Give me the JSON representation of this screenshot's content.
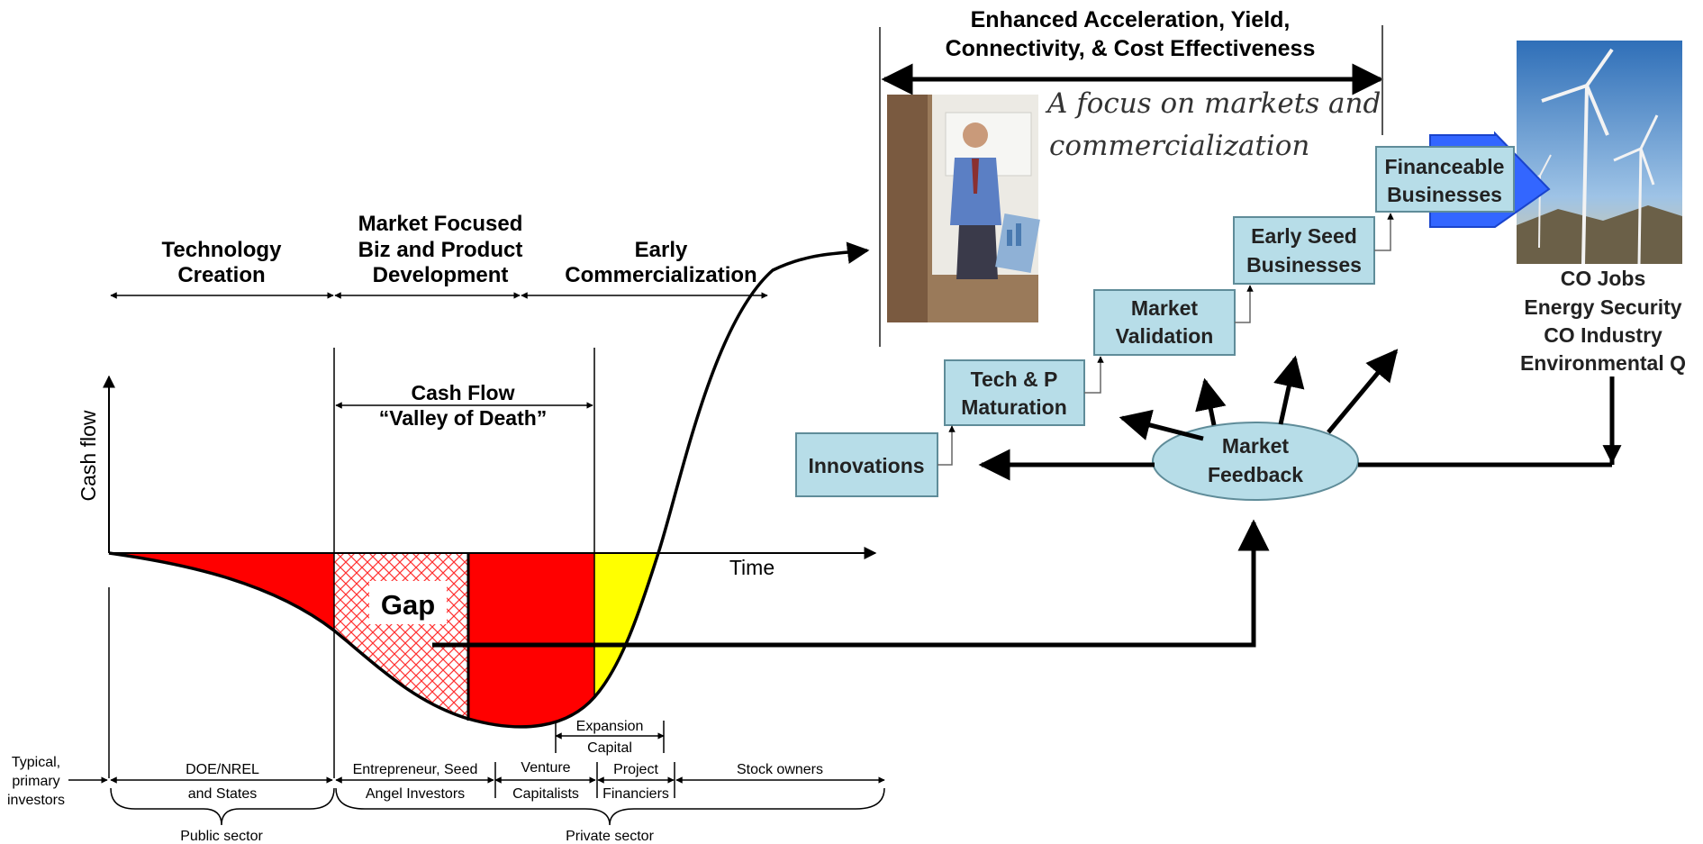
{
  "top_banner": {
    "line1": "Enhanced Acceleration, Yield,",
    "line2": "Connectivity, & Cost Effectiveness"
  },
  "focus_text": {
    "line1": "A focus on  markets and",
    "line2": "commercialization"
  },
  "phases": {
    "tech_creation": [
      "Technology",
      "Creation"
    ],
    "market_focused": [
      "Market Focused",
      "Biz and Product",
      "Development"
    ],
    "early_comm": [
      "Early",
      "Commercialization"
    ]
  },
  "valley": {
    "line1": "Cash Flow",
    "line2": "“Valley of Death”"
  },
  "axes": {
    "ylabel": "Cash flow",
    "xlabel": "Time"
  },
  "gap_label": "Gap",
  "steps": {
    "innovations": [
      "Innovations"
    ],
    "tech_p": [
      "Tech & P",
      "Maturation"
    ],
    "market_validation": [
      "Market",
      "Validation"
    ],
    "early_seed": [
      "Early Seed",
      "Businesses"
    ],
    "financeable": [
      "Financeable",
      "Businesses"
    ]
  },
  "market_feedback": [
    "Market",
    "Feedback"
  ],
  "outcomes": [
    "CO Jobs",
    "Energy Security",
    "CO Industry",
    "Environmental Q"
  ],
  "investors": {
    "row_label": [
      "Typical,",
      "primary",
      "investors"
    ],
    "doe": [
      "DOE/NREL",
      "and States"
    ],
    "entrepreneur": [
      "Entrepreneur, Seed",
      "Angel Investors"
    ],
    "venture": [
      "Venture",
      "Capitalists"
    ],
    "expansion": [
      "Expansion",
      "Capital"
    ],
    "project": [
      "Project",
      "Financiers"
    ],
    "stock": [
      "Stock owners"
    ],
    "public_sector": "Public sector",
    "private_sector": "Private sector"
  },
  "colors": {
    "red": "#ff0000",
    "yellow": "#ffff00",
    "box_fill": "#b7dde8",
    "box_stroke": "#5f8c99",
    "arrow_blue": "#3366ff",
    "sky": "#3f7fc8"
  }
}
